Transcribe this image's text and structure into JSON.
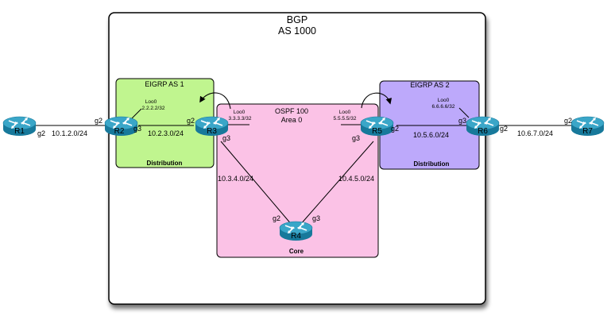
{
  "bgp": {
    "title": "BGP",
    "subtitle": "AS 1000"
  },
  "zones": {
    "eigrp1": {
      "title": "EIGRP AS 1",
      "footer": "Distribution",
      "color": "#c0f58f"
    },
    "ospf": {
      "title": "OSPF 100",
      "subtitle": "Area 0",
      "footer": "Core",
      "color": "#fbc2e6"
    },
    "eigrp2": {
      "title": "EIGRP AS 2",
      "footer": "Distribution",
      "color": "#bda9fb"
    }
  },
  "routers": {
    "r1": {
      "label": "R1"
    },
    "r2": {
      "label": "R2"
    },
    "r3": {
      "label": "R3"
    },
    "r4": {
      "label": "R4"
    },
    "r5": {
      "label": "R5"
    },
    "r6": {
      "label": "R6"
    },
    "r7": {
      "label": "R7"
    }
  },
  "links": {
    "r1_r2": {
      "subnet": "10.1.2.0/24",
      "a_if": "g2",
      "b_if": "g2"
    },
    "r2_r3": {
      "subnet": "10.2.3.0/24",
      "a_if": "g3",
      "b_if": "g2"
    },
    "r3_r4": {
      "subnet": "10.3.4.0/24",
      "a_if": "g3",
      "b_if": "g2"
    },
    "r5_r4": {
      "subnet": "10.4.5.0/24",
      "a_if": "g3",
      "b_if": "g3"
    },
    "r5_r6": {
      "subnet": "10.5.6.0/24",
      "a_if": "g2",
      "b_if": "g3"
    },
    "r6_r7": {
      "subnet": "10.6.7.0/24",
      "a_if": "g2",
      "b_if": "g2"
    }
  },
  "loopbacks": {
    "r2": {
      "name": "Loo0",
      "addr": "2.2.2.2/32"
    },
    "r3": {
      "name": "Loo0",
      "addr": "3.3.3.3/32"
    },
    "r5": {
      "name": "Loo0",
      "addr": "5.5.5.5/32"
    },
    "r6": {
      "name": "Loo0",
      "addr": "6.6.6.6/32"
    }
  },
  "colors": {
    "router_top": "#3aa6c8",
    "router_side": "#17799b"
  }
}
